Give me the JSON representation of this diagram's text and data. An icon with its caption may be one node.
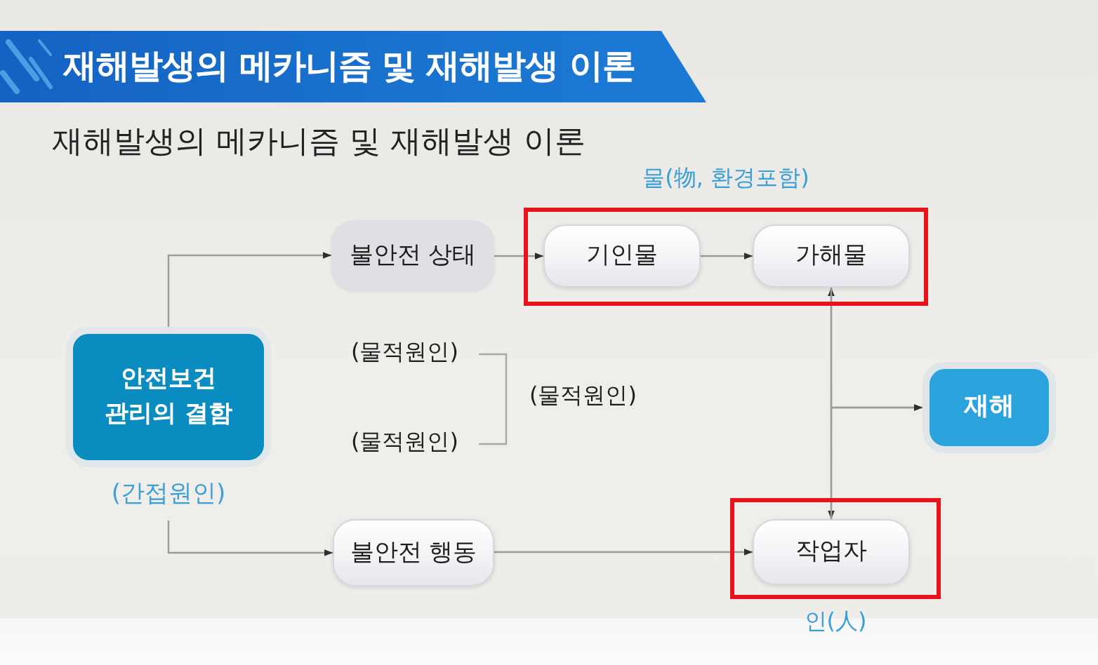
{
  "diagram": {
    "title": "재해발생의 메카니즘 및 재해발생 이론",
    "nodes": [
      {
        "text": [
          "안전보건 관리의 결함"
        ],
        "beside": [
          "(간접원인)"
        ]
      },
      {
        "text": [
          "불안전 상태"
        ]
      },
      {
        "text": [
          "물(物, 환경포함)"
        ]
      },
      {
        "text": [
          "기인물"
        ],
        "in": 2
      },
      {
        "text": [
          "가해물"
        ],
        "in": 2
      },
      {
        "text": [
          "재해"
        ]
      },
      {
        "text": [
          "불안전 행동"
        ]
      },
      {
        "text": [
          "인(人)"
        ]
      },
      {
        "text": [
          "작업자"
        ],
        "in": 7
      }
    ],
    "edges": [
      {
        "from": 0,
        "to": 1,
        "arrow": "to"
      },
      {
        "from": 0,
        "to": 6,
        "arrow": "to"
      },
      {
        "from": 1,
        "to": 3,
        "arrow": "to"
      },
      {
        "from": 3,
        "to": 4,
        "arrow": "to"
      },
      {
        "from": 6,
        "to": 8,
        "arrow": "to"
      },
      {
        "from": 4,
        "to": 8,
        "arrow": "both"
      },
      {
        "from": 4,
        "to": 5,
        "arrow": "to"
      },
      {
        "from": 8,
        "to": 5,
        "arrow": "to"
      }
    ],
    "labels": [
      "재해발생의 메카니즘 및 재해발생 이론",
      "(물적원인)",
      "(물적원인)",
      "(물적원인)"
    ]
  }
}
